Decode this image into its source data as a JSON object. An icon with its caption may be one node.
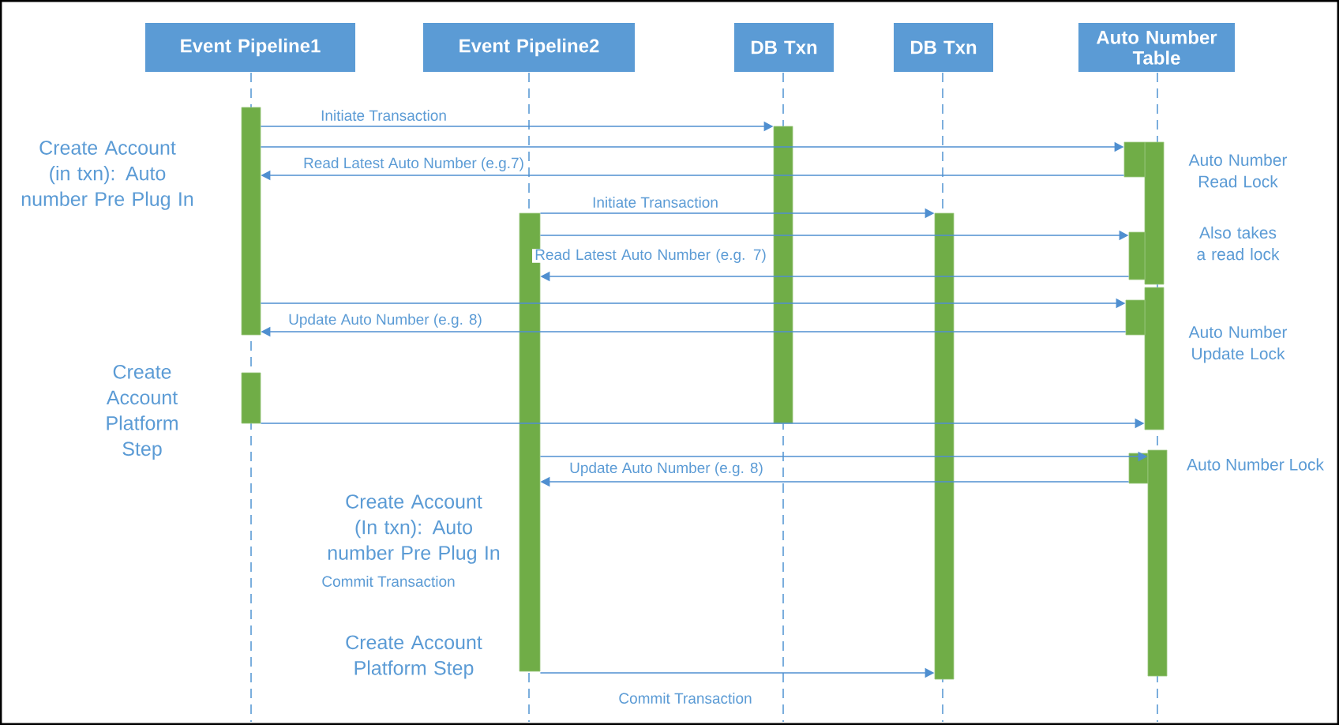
{
  "diagram": {
    "nodes": [
      {
        "text": [
          "Event Pipeline1"
        ]
      },
      {
        "text": [
          "Event Pipeline2"
        ]
      },
      {
        "text": [
          "DB Txn"
        ]
      },
      {
        "text": [
          "DB Txn"
        ]
      },
      {
        "text": [
          "Auto Number Table"
        ]
      },
      {
        "text": [],
        "shape": "bar"
      },
      {
        "text": [],
        "shape": "bar"
      },
      {
        "text": [],
        "shape": "bar"
      },
      {
        "text": [],
        "shape": "bar"
      },
      {
        "text": [],
        "shape": "bar"
      },
      {
        "text": [],
        "shape": "bar"
      },
      {
        "text": [],
        "shape": "bar"
      },
      {
        "text": [],
        "shape": "bar"
      },
      {
        "text": [],
        "shape": "bar"
      },
      {
        "text": [],
        "shape": "bar"
      },
      {
        "text": [],
        "shape": "bar"
      },
      {
        "text": [],
        "shape": "bar"
      }
    ],
    "edges": [
      {
        "from": 5,
        "to": 8,
        "arrow": "to",
        "label": "Initiate Transaction"
      },
      {
        "from": 5,
        "to": 11,
        "arrow": "to"
      },
      {
        "from": 11,
        "to": 5,
        "arrow": "to",
        "label": "Read Latest Auto Number (e.g.7)"
      },
      {
        "from": 7,
        "to": 9,
        "arrow": "to",
        "label": "Initiate Transaction"
      },
      {
        "from": 7,
        "to": 12,
        "arrow": "to"
      },
      {
        "from": 12,
        "to": 7,
        "arrow": "to",
        "label": "Read Latest Auto Number (e.g. 7)"
      },
      {
        "from": 5,
        "to": 14,
        "arrow": "to"
      },
      {
        "from": 14,
        "to": 5,
        "arrow": "to",
        "label": "Update Auto Number (e.g. 8)"
      },
      {
        "from": 6,
        "to": 13,
        "arrow": "to"
      },
      {
        "from": 7,
        "to": 16,
        "arrow": "to"
      },
      {
        "from": 15,
        "to": 7,
        "arrow": "to",
        "label": "Update Auto Number (e.g. 8)"
      },
      {
        "from": 7,
        "to": 9,
        "arrow": "to",
        "label": "Commit Transaction"
      }
    ],
    "labels": [
      "Create Account (in txn): Auto number Pre Plug In",
      "Create Account Platform Step",
      "Create Account (In txn): Auto number Pre Plug In",
      "Commit Transaction",
      "Create Account Platform Step",
      "Auto Number Read Lock",
      "Also takes a read lock",
      "Auto Number Update Lock",
      "Auto Number Lock"
    ]
  }
}
